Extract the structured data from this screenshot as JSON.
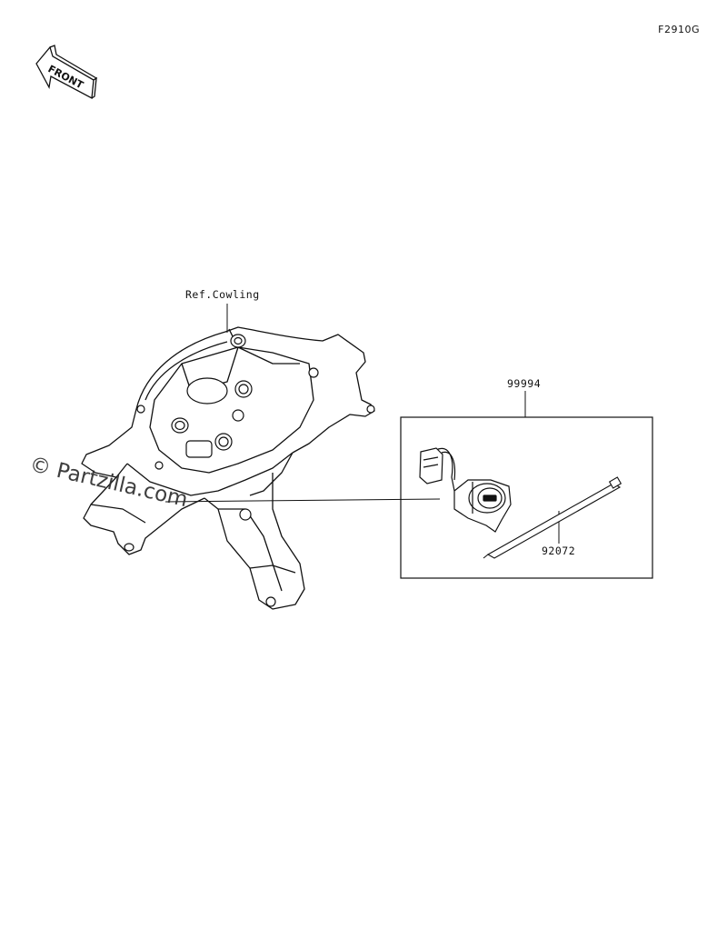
{
  "figure_code": "F2910G",
  "front_arrow": {
    "text": "FRONT"
  },
  "labels": {
    "ref_cowling": "Ref.Cowling",
    "kit_part": "99994",
    "tie_part": "92072"
  },
  "watermark": "© Partzilla.com"
}
